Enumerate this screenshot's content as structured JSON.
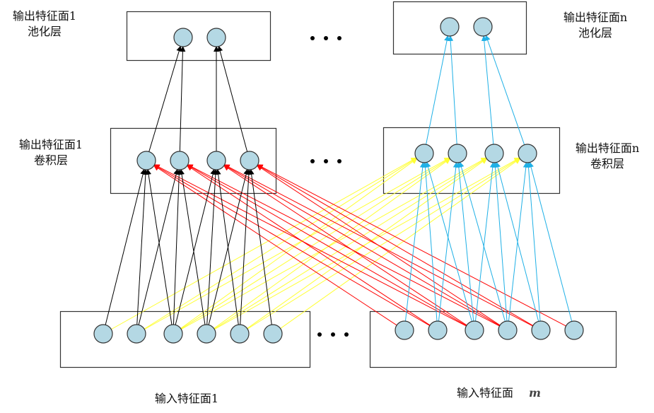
{
  "labels": {
    "pool1": [
      "输出特征面1",
      "池化层"
    ],
    "pooln": [
      "输出特征面n",
      "池化层"
    ],
    "conv1": [
      "输出特征面1",
      "卷积层"
    ],
    "convn": [
      "输出特征面n",
      "卷积层"
    ],
    "input1": "输入特征面1",
    "inputm": "输入特征面",
    "inputm_var": "m"
  },
  "ellipsis": "• • •",
  "colors": {
    "node_fill": "#b4d8e4",
    "node_stroke": "#333333",
    "box_stroke": "#333333",
    "feature1_edges": "#000000",
    "featuren_edges": "#1fb0e6",
    "cross_m_to_1": "#ff0000",
    "cross_1_to_n": "#ffff33"
  },
  "layers": {
    "pool1": {
      "nodes": 2
    },
    "pooln": {
      "nodes": 2
    },
    "conv1": {
      "nodes": 4
    },
    "convn": {
      "nodes": 4
    },
    "input1": {
      "nodes": 6
    },
    "inputm": {
      "nodes": 6
    }
  },
  "connectivity": {
    "conv_kernel_size": 3,
    "pool_size": 2,
    "description": "Each convolution node receives 3 consecutive input nodes from every input feature map; each pooling node receives 2 consecutive convolution nodes."
  }
}
